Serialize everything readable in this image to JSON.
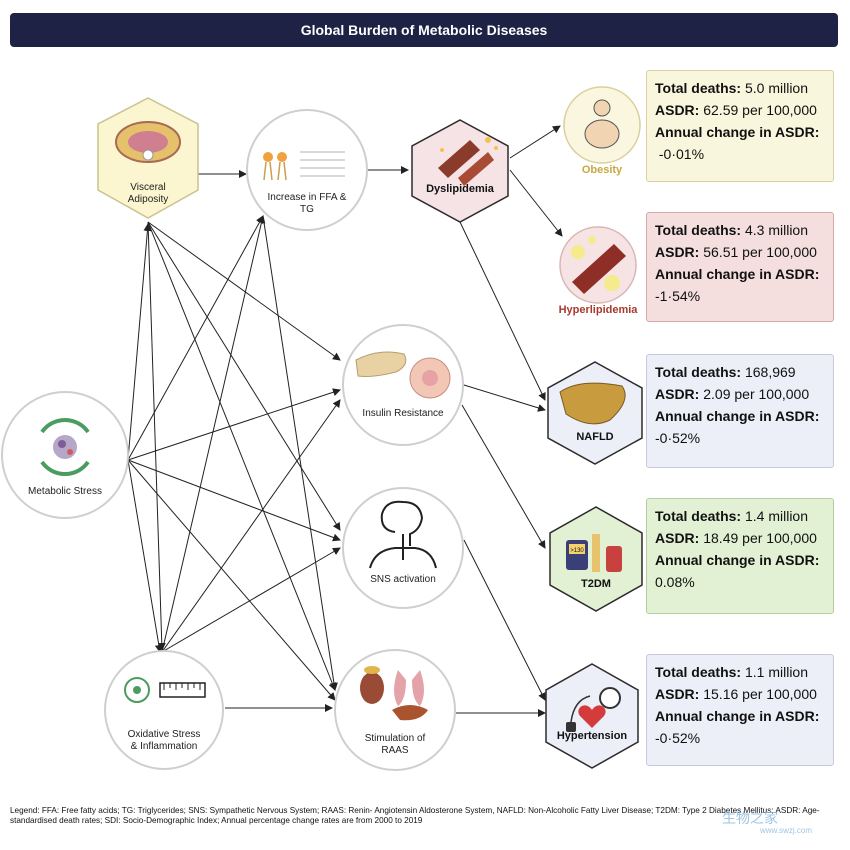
{
  "title": "Global Burden of Metabolic Diseases",
  "nodes": {
    "visceral": "Visceral\nAdiposity",
    "ffa": "Increase in FFA &\nTG",
    "metabolic_stress": "Metabolic Stress",
    "insulin": "Insulin Resistance",
    "sns": "SNS activation",
    "oxidative": "Oxidative Stress\n& Inflammation",
    "raas": "Stimulation of\nRAAS"
  },
  "hexagons": {
    "dyslipidemia": "Dyslipidemia",
    "nafld": "NAFLD",
    "t2dm": "T2DM",
    "hypertension": "Hypertension"
  },
  "diseases": {
    "obesity": "Obesity",
    "hyperlipidemia": "Hyperlipidemia"
  },
  "labels": {
    "total_deaths": "Total deaths:",
    "asdr": "ASDR:",
    "annual_change": "Annual change in ASDR:"
  },
  "stats": {
    "obesity": {
      "deaths": "5.0 million",
      "asdr": "62.59 per 100,000",
      "change": "-0·01%"
    },
    "hyperlipidemia": {
      "deaths": "4.3 million",
      "asdr": "56.51 per 100,000",
      "change": "-1·54%"
    },
    "nafld": {
      "deaths": "168,969",
      "asdr": "2.09 per 100,000",
      "change": "-0·52%"
    },
    "t2dm": {
      "deaths": "1.4 million",
      "asdr": "18.49 per 100,000",
      "change": "0.08%"
    },
    "hypertension": {
      "deaths": "1.1 million",
      "asdr": "15.16 per 100,000",
      "change": "-0·52%"
    }
  },
  "glucose_label": ">130",
  "legend": "Legend: FFA: Free fatty acids; TG: Triglycerides; SNS: Sympathetic Nervous System; RAAS: Renin- Angiotensin Aldosterone System, NAFLD: Non-Alcoholic Fatty Liver Disease; T2DM: Type 2 Diabetes Mellitus; ASDR: Age-standardised death rates; SDI: Socio-Demographic Index; Annual percentage change rates are from 2000 to 2019",
  "watermark": "生物之家",
  "watermark_url": "www.swzj.com",
  "colors": {
    "title_bg": "#1e2345",
    "obesity_box": "#f8f6dc",
    "hyperlipidemia_box": "#f4dede",
    "nafld_box": "#eceef8",
    "t2dm_box": "#e2f1d4",
    "hypertension_box": "#eceef8"
  }
}
